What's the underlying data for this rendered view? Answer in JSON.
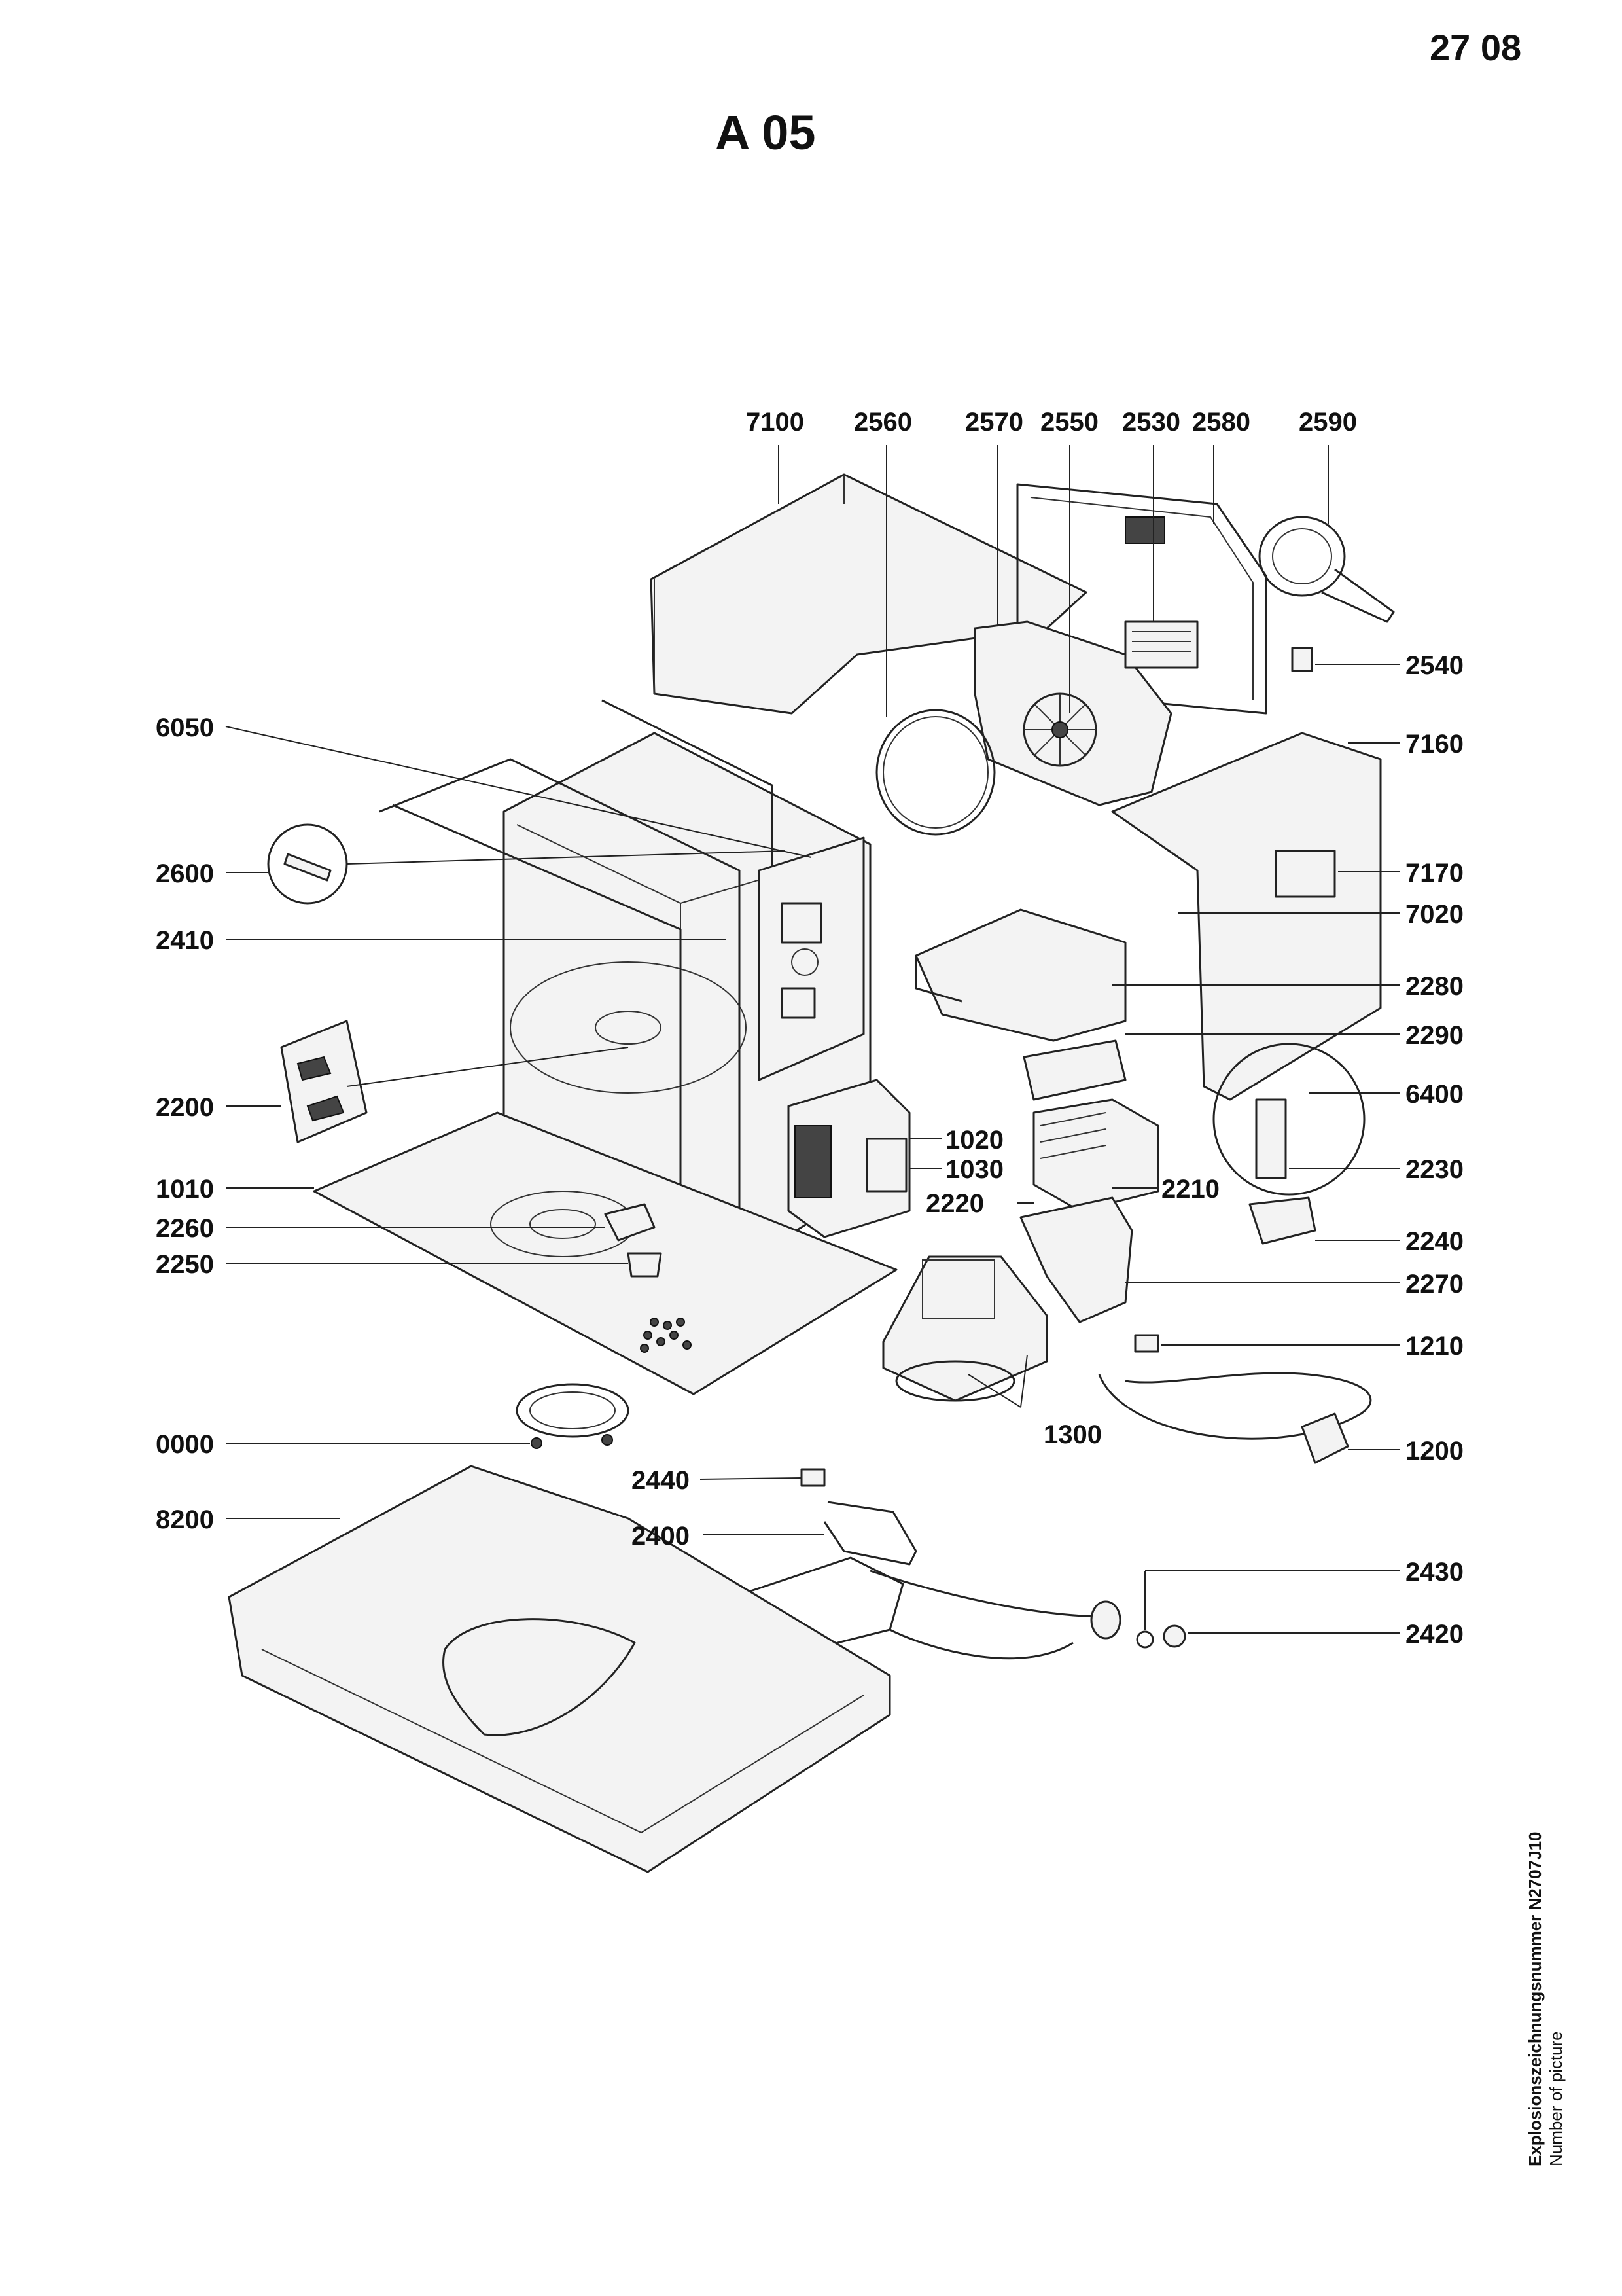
{
  "header": {
    "page_number": "27 08",
    "sheet_title": "A 05"
  },
  "callouts": [
    {
      "label": "7100"
    },
    {
      "label": "2560"
    },
    {
      "label": "2570"
    },
    {
      "label": "2550"
    },
    {
      "label": "2530"
    },
    {
      "label": "2580"
    },
    {
      "label": "2590"
    },
    {
      "label": "2540"
    },
    {
      "label": "7160"
    },
    {
      "label": "7170"
    },
    {
      "label": "7020"
    },
    {
      "label": "2280"
    },
    {
      "label": "2290"
    },
    {
      "label": "6400"
    },
    {
      "label": "2230"
    },
    {
      "label": "2240"
    },
    {
      "label": "2270"
    },
    {
      "label": "1210"
    },
    {
      "label": "1200"
    },
    {
      "label": "2430"
    },
    {
      "label": "2420"
    },
    {
      "label": "6050"
    },
    {
      "label": "2600"
    },
    {
      "label": "2410"
    },
    {
      "label": "2200"
    },
    {
      "label": "1010"
    },
    {
      "label": "2260"
    },
    {
      "label": "2250"
    },
    {
      "label": "0000"
    },
    {
      "label": "8200"
    },
    {
      "label": "1020"
    },
    {
      "label": "1030"
    },
    {
      "label": "2220"
    },
    {
      "label": "2210"
    },
    {
      "label": "1300"
    },
    {
      "label": "2440"
    },
    {
      "label": "2400"
    }
  ],
  "side_note": {
    "line1": "Explosionszeichnungsnummer N2707J10",
    "line2": "Number of picture"
  }
}
